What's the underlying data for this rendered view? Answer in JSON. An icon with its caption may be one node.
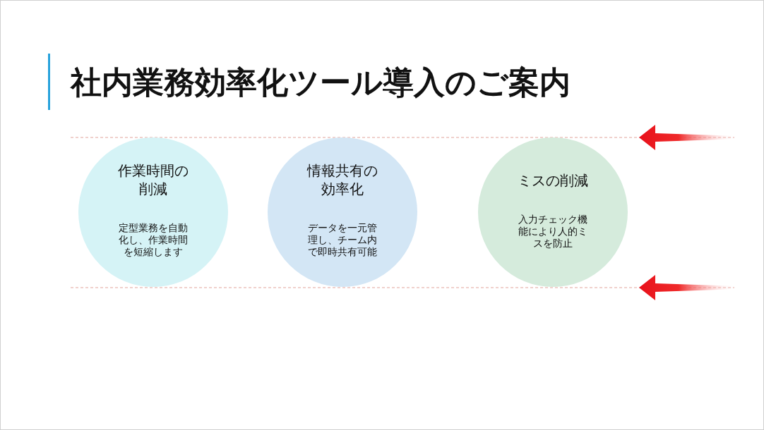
{
  "diagram": {
    "title": "社内業務効率化ツール導入のご案内",
    "nodes": [
      {
        "text": [
          "作業時間の削減",
          "定型業務を自動化し、作業時間を短縮します"
        ]
      },
      {
        "text": [
          "情報共有の効率化",
          "データを一元管理し、チーム内で即時共有可能"
        ]
      },
      {
        "text": [
          "ミスの削減",
          "入力チェック機能により人的ミスを防止"
        ]
      }
    ],
    "edges": []
  }
}
